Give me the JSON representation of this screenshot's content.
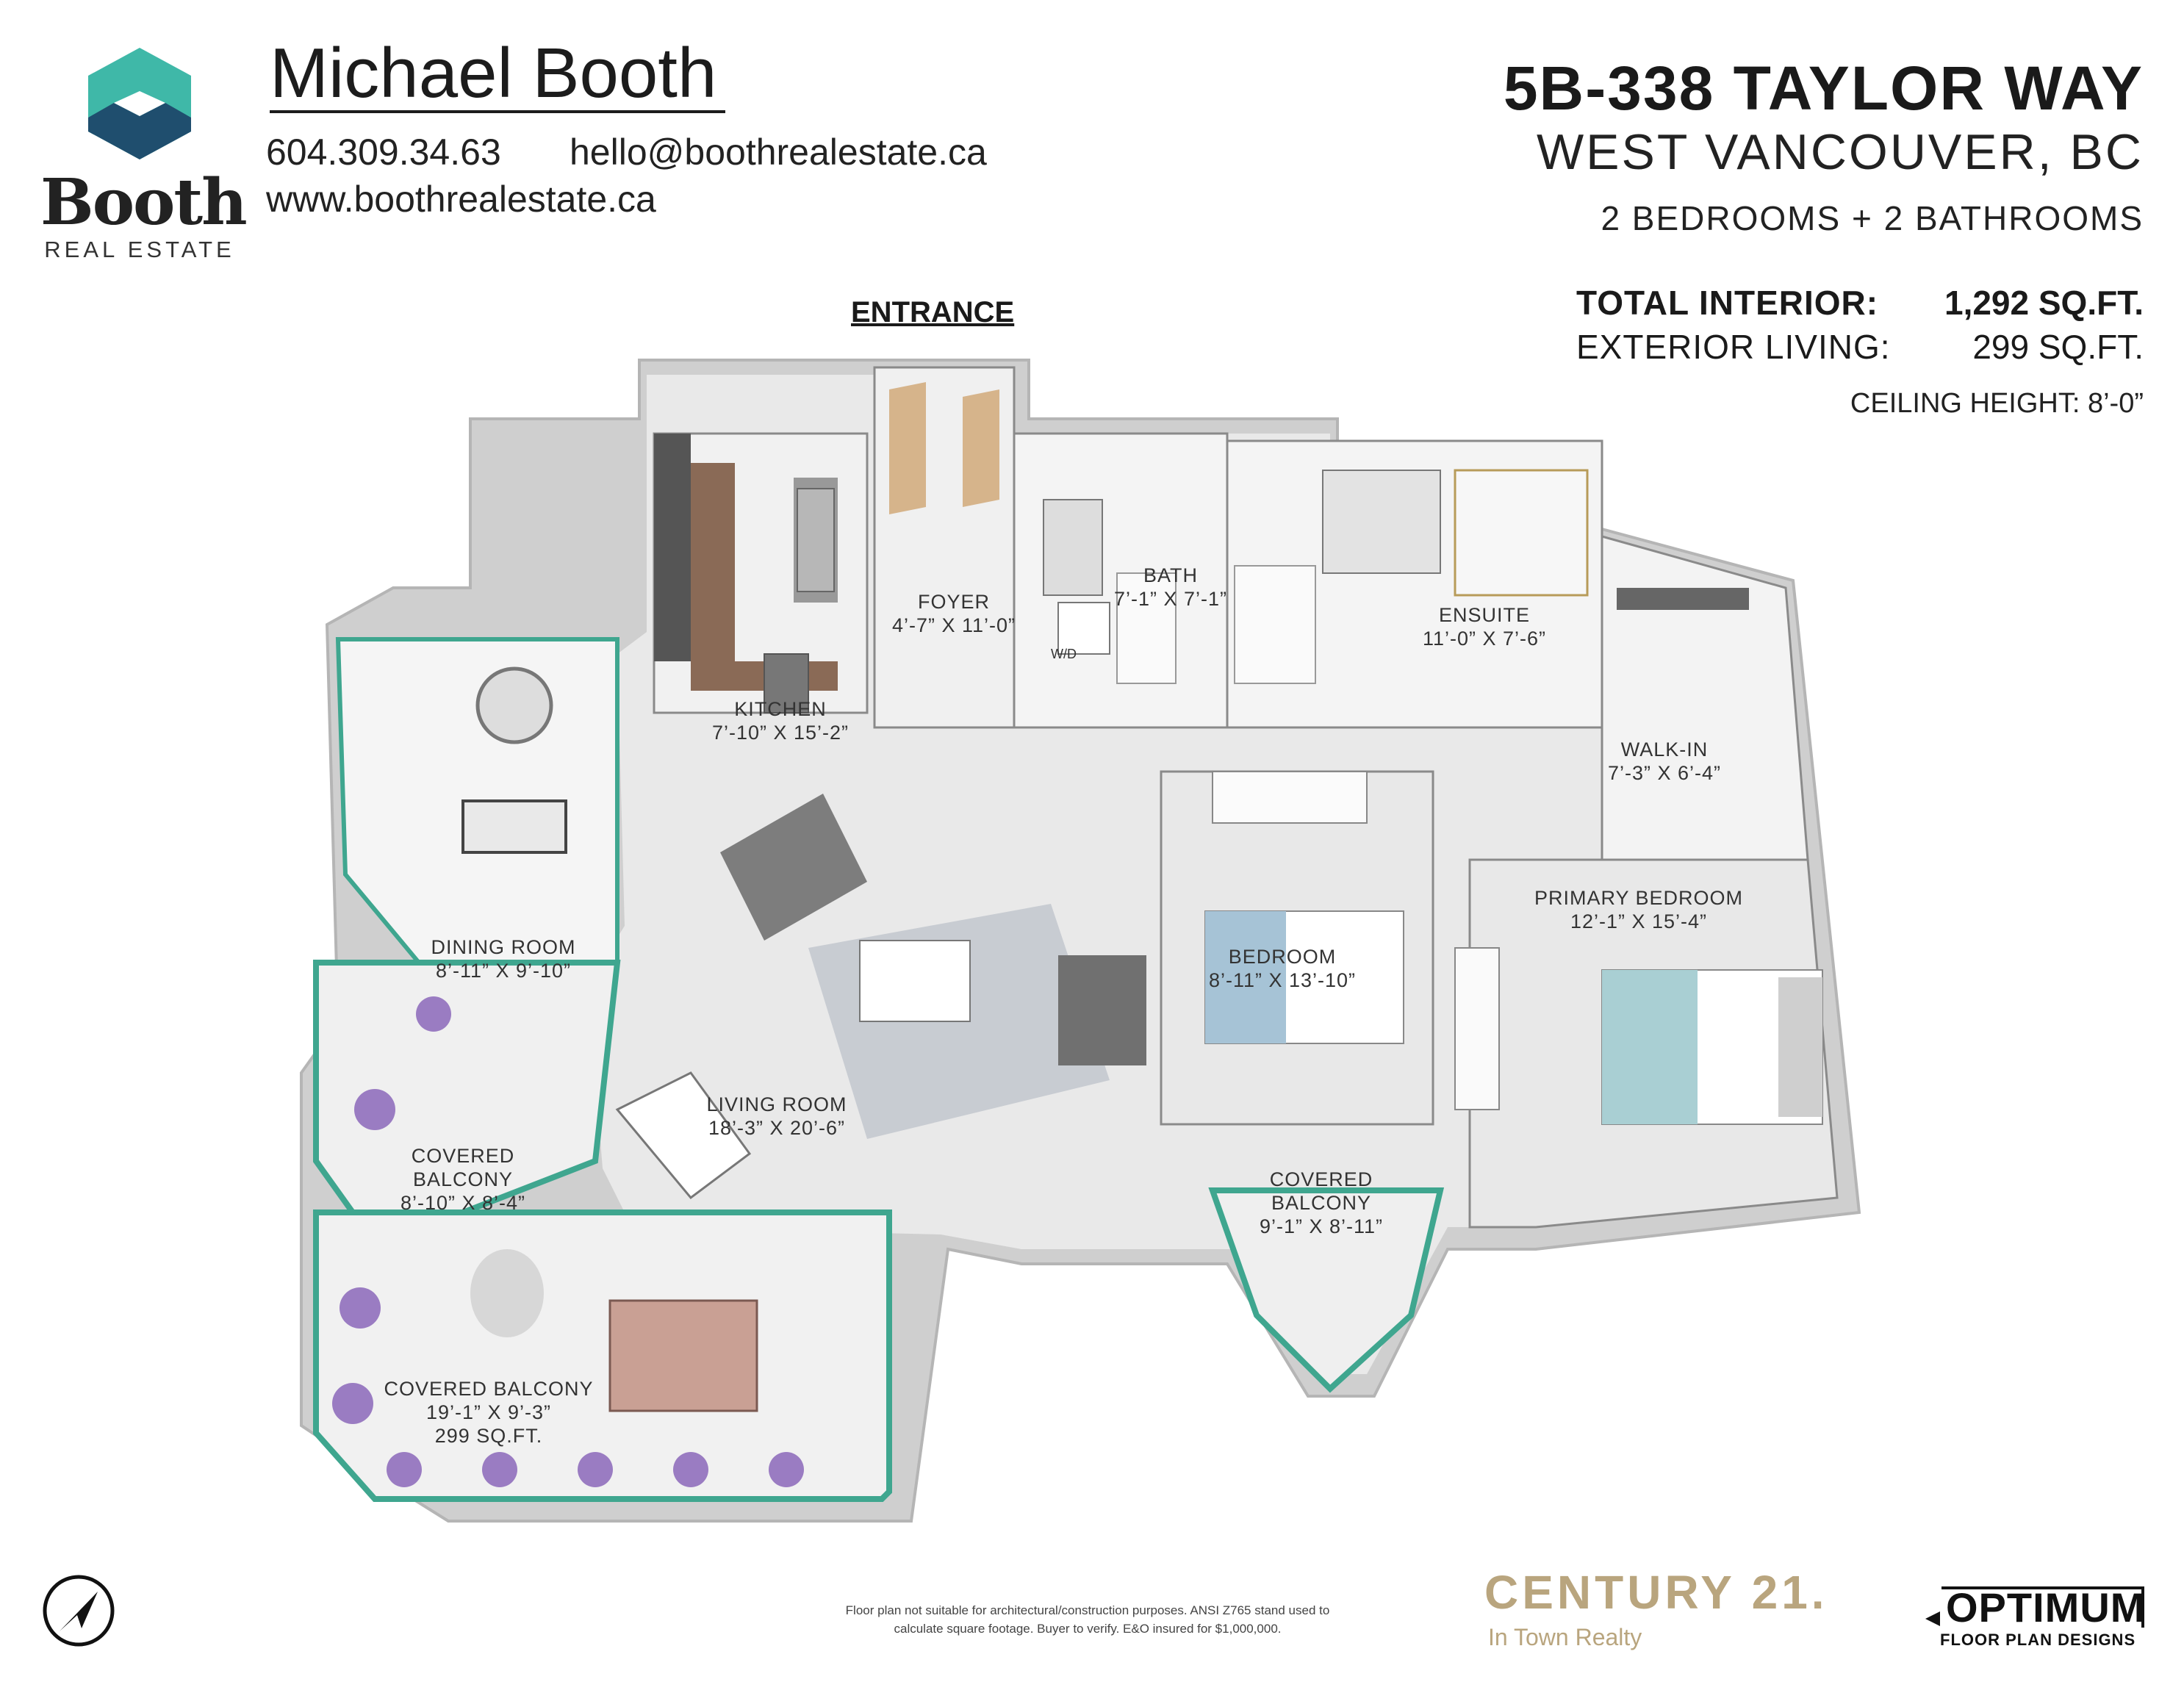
{
  "agent": {
    "name": "Michael Booth",
    "phone": "604.309.34.63",
    "email": "hello@boothrealestate.ca",
    "website": "www.boothrealestate.ca"
  },
  "brand": {
    "word": "Booth",
    "sub": "REAL ESTATE",
    "colors": {
      "teal": "#3fb8a8",
      "navy": "#1f4e6e"
    },
    "icon": "booth-hexagon-logo"
  },
  "property": {
    "address_line1": "5B-338 TAYLOR WAY",
    "address_line2": "WEST VANCOUVER, BC",
    "beds_baths": "2 BEDROOMS + 2 BATHROOMS",
    "total_interior_label": "TOTAL INTERIOR:",
    "total_interior_value": "1,292 SQ.FT.",
    "exterior_label": "EXTERIOR LIVING:",
    "exterior_value": "299 SQ.FT.",
    "ceiling": "CEILING HEIGHT: 8’-0”"
  },
  "plan": {
    "entrance": "ENTRANCE",
    "washer_dryer": "W/D",
    "rooms": {
      "foyer": [
        "FOYER",
        "4’-7” X 11’-0”"
      ],
      "bath": [
        "BATH",
        "7’-1” X 7’-1”"
      ],
      "ensuite": [
        "ENSUITE",
        "11’-0” X 7’-6”"
      ],
      "kitchen": [
        "KITCHEN",
        "7’-10” X 15’-2”"
      ],
      "walkin": [
        "WALK-IN",
        "7’-3” X 6’-4”"
      ],
      "primary": [
        "PRIMARY BEDROOM",
        "12’-1” X 15’-4”"
      ],
      "dining": [
        "DINING ROOM",
        "8’-11” X 9’-10”"
      ],
      "bedroom": [
        "BEDROOM",
        "8’-11” X 13’-10”"
      ],
      "living": [
        "LIVING ROOM",
        "18’-3” X 20’-6”"
      ],
      "balcony_small": [
        "COVERED",
        "BALCONY",
        "8’-10” X 8’-4”"
      ],
      "balcony_bed": [
        "COVERED",
        "BALCONY",
        "9’-1” X 8’-11”"
      ],
      "balcony_main": [
        "COVERED BALCONY",
        "19’-1” X 9’-3”",
        "299 SQ.FT."
      ]
    }
  },
  "footer": {
    "disclaimer_line1": "Floor plan not suitable for architectural/construction purposes. ANSI Z765 stand used to",
    "disclaimer_line2": "calculate square footage. Buyer to verify.  E&O insured for $1,000,000.",
    "brokerage": "CENTURY 21.",
    "brokerage_sub": "In Town Realty",
    "designer": "OPTIMUM",
    "designer_sub": "FLOOR PLAN DESIGNS",
    "compass_icon": "north-arrow-icon"
  }
}
